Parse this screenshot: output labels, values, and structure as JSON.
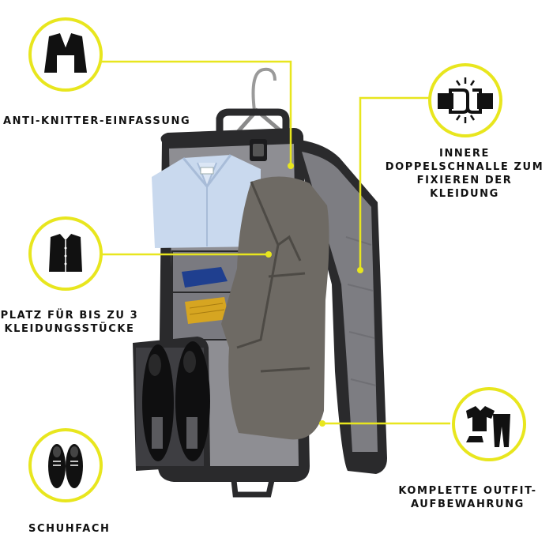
{
  "image": {
    "description_colors": {
      "accent": "#e8e61e",
      "text": "#111111",
      "bag": "#2a2a2c",
      "lining": "#8e8e93",
      "jacket": "#6e6a64",
      "shirt": "#c9d9ee"
    }
  },
  "callouts": [
    {
      "id": "jacket",
      "icon": "jacket-icon",
      "lines": [
        "ANTI-KNITTER-EINFASSUNG"
      ]
    },
    {
      "id": "buckle",
      "icon": "buckle-icon",
      "lines": [
        "INNERE",
        "DOPPELSCHNALLE ZUM",
        "FIXIEREN DER",
        "KLEIDUNG"
      ]
    },
    {
      "id": "shirt",
      "icon": "shirt-icon",
      "lines": [
        "PLATZ FÜR BIS ZU 3",
        "KLEIDUNGSSTÜCKE"
      ]
    },
    {
      "id": "outfit",
      "icon": "outfit-icon",
      "lines": [
        "KOMPLETTE OUTFIT-",
        "AUFBEWAHRUNG"
      ]
    },
    {
      "id": "shoes",
      "icon": "shoes-icon",
      "lines": [
        "SCHUHFACH"
      ]
    }
  ]
}
